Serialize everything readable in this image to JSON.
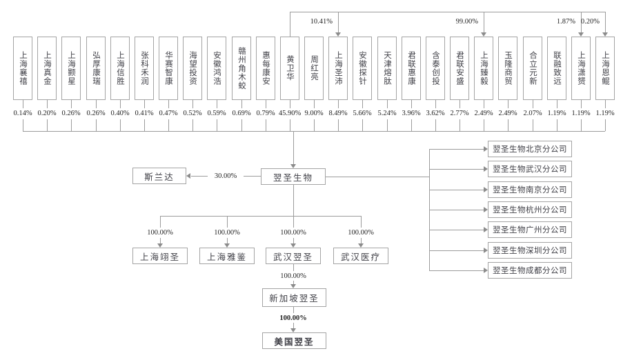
{
  "parent_company": {
    "name": "翌圣生物"
  },
  "shareholders": [
    {
      "name": "上海襄禧",
      "percent": "0.14%"
    },
    {
      "name": "上海真金",
      "percent": "0.20%"
    },
    {
      "name": "上海颢星",
      "percent": "0.26%"
    },
    {
      "name": "弘厚康瑞",
      "percent": "0.26%"
    },
    {
      "name": "上海信胜",
      "percent": "0.40%"
    },
    {
      "name": "张科禾润",
      "percent": "0.41%"
    },
    {
      "name": "华赛智康",
      "percent": "0.47%"
    },
    {
      "name": "海望投资",
      "percent": "0.52%"
    },
    {
      "name": "安徽鸿浩",
      "percent": "0.59%"
    },
    {
      "name": "赣州角木蛟",
      "percent": "0.69%"
    },
    {
      "name": "惠每康安",
      "percent": "0.79%"
    },
    {
      "name": "黄卫华",
      "percent": "45.90%"
    },
    {
      "name": "周红亮",
      "percent": "9.00%"
    },
    {
      "name": "上海圣沛",
      "percent": "8.49%"
    },
    {
      "name": "安徽探针",
      "percent": "5.66%"
    },
    {
      "name": "天津熔肽",
      "percent": "5.24%"
    },
    {
      "name": "君联惠康",
      "percent": "3.96%"
    },
    {
      "name": "含泰创投",
      "percent": "3.62%"
    },
    {
      "name": "君联安盛",
      "percent": "2.77%"
    },
    {
      "name": "上海臻毅",
      "percent": "2.49%"
    },
    {
      "name": "玉隆商贸",
      "percent": "2.49%"
    },
    {
      "name": "合立元新",
      "percent": "2.07%"
    },
    {
      "name": "联融致远",
      "percent": "1.19%"
    },
    {
      "name": "上海潇赟",
      "percent": "1.19%"
    },
    {
      "name": "上海恩鲲",
      "percent": "1.19%"
    }
  ],
  "cross_holdings": {
    "source": "黄卫华",
    "links": [
      {
        "target": "上海圣沛",
        "percent": "10.41%"
      },
      {
        "target": "上海臻毅",
        "percent": "99.00%"
      },
      {
        "target": "上海潇赟",
        "percent": "1.87%"
      },
      {
        "target": "上海恩鲲",
        "percent": "0.20%"
      }
    ]
  },
  "associate": {
    "name": "斯兰达",
    "percent": "30.00%"
  },
  "subsidiaries": [
    {
      "name": "上海翊圣",
      "percent": "100.00%"
    },
    {
      "name": "上海雅鉴",
      "percent": "100.00%"
    },
    {
      "name": "武汉翌圣",
      "percent": "100.00%"
    },
    {
      "name": "武汉医疗",
      "percent": "100.00%"
    }
  ],
  "overseas_chain": [
    {
      "name": "新加坡翌圣",
      "percent": "100.00%"
    },
    {
      "name": "美国翌圣",
      "percent": "100.00%"
    }
  ],
  "branches": [
    "翌圣生物北京分公司",
    "翌圣生物武汉分公司",
    "翌圣生物南京分公司",
    "翌圣生物杭州分公司",
    "翌圣生物广州分公司",
    "翌圣生物深圳分公司",
    "翌圣生物成都分公司"
  ],
  "colors": {
    "line": "#9b9b9b",
    "arrow": "#8c8c8c",
    "box_border": "#a3a3a3",
    "name_text": "#3f3f46",
    "percent_text": "#1f1f1f",
    "background": "#ffffff"
  }
}
